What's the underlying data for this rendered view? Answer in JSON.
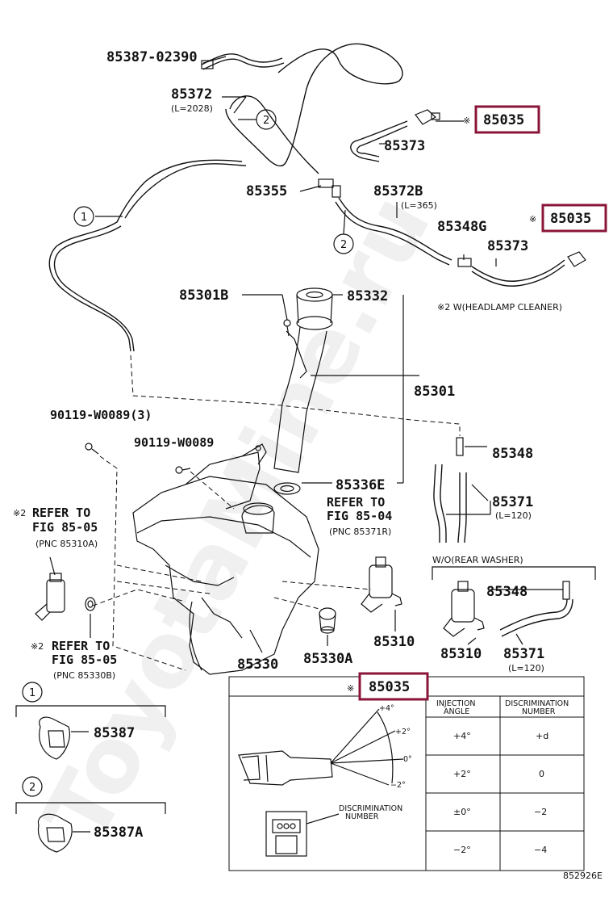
{
  "parts": {
    "p85387_02390": "85387-02390",
    "p85372": "85372",
    "p85372_len": "(L=2028)",
    "p85035_a": "85035",
    "p85373_a": "85373",
    "p85355": "85355",
    "p85372b": "85372B",
    "p85372b_len": "(L=365)",
    "p85035_b": "85035",
    "p85348g": "85348G",
    "p85373_b": "85373",
    "p85301b": "85301B",
    "p85332": "85332",
    "headlamp_note": "※2 W(HEADLAMP CLEANER)",
    "p85301": "85301",
    "p90119_3": "90119-W0089(3)",
    "p90119": "90119-W0089",
    "p85348": "85348",
    "p85336e": "85336E",
    "ref_8504_a": "REFER TO",
    "ref_8504_b": "FIG 85-04",
    "ref_8504_c": "(PNC 85371R)",
    "p85371": "85371",
    "p85371_len": "(L=120)",
    "ref_8505a_mark": "※2",
    "ref_8505a_a": "REFER TO",
    "ref_8505a_b": "FIG 85-05",
    "ref_8505a_c": "(PNC 85310A)",
    "wo_rear": "W/O(REAR WASHER)",
    "p85348_b": "85348",
    "p85310": "85310",
    "p85310_b": "85310",
    "p85371_b": "85371",
    "p85371_b_len": "(L=120)",
    "ref_8505b_mark": "※2",
    "ref_8505b_a": "REFER TO",
    "ref_8505b_b": "FIG 85-05",
    "ref_8505b_c": "(PNC 85330B)",
    "p85330": "85330",
    "p85330a": "85330A",
    "p85387": "85387",
    "p85387a": "85387A",
    "circle1": "1",
    "circle2": "2",
    "note_mark": "※",
    "fig_id": "852926E"
  },
  "table": {
    "title_mark": "※",
    "title_part": "85035",
    "headers": [
      "INJECTION ANGLE",
      "DISCRIMINATION NUMBER"
    ],
    "rows": [
      [
        "+4°",
        "+d"
      ],
      [
        "+2°",
        "0"
      ],
      [
        "±0°",
        "−2"
      ],
      [
        "−2°",
        "−4"
      ]
    ],
    "angle_labels": [
      "+4°",
      "+2°",
      "0°",
      "−2°"
    ],
    "disc_label_1": "DISCRIMINATION",
    "disc_label_2": "NUMBER"
  },
  "watermark": "ToyotaMine.ru",
  "colors": {
    "highlight": "#8a1538"
  }
}
